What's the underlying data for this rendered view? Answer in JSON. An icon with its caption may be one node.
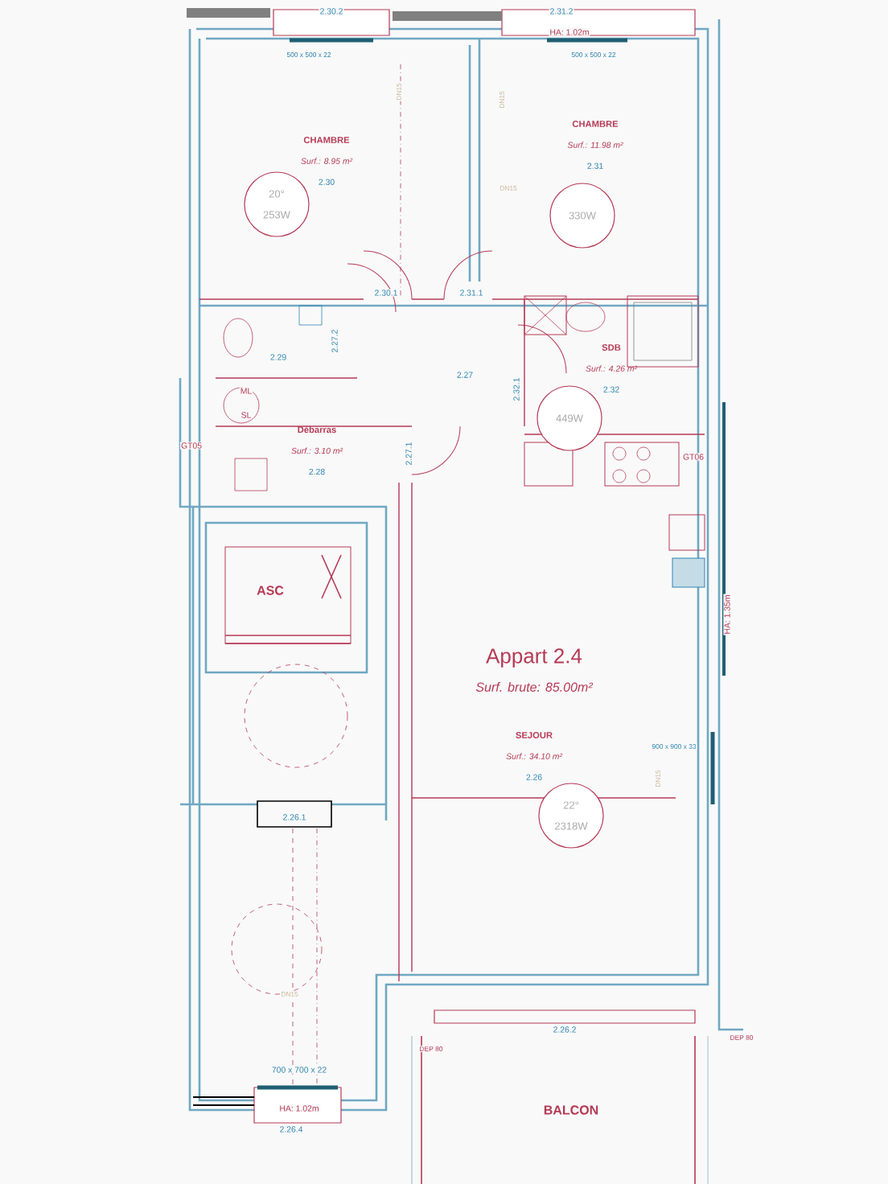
{
  "diagram": {
    "nodes": [
      {
        "text": [
          "CHAMBRE",
          "Surf.: 8.95 m²",
          "2.30"
        ]
      },
      {
        "text": [
          "20°",
          "253W"
        ]
      },
      {
        "text": [
          "CHAMBRE",
          "Surf.: 11.98 m²",
          "2.31"
        ]
      },
      {
        "text": [
          "330W"
        ]
      },
      {
        "text": [
          "SDB",
          "Surf.: 4.26 m²",
          "2.32"
        ]
      },
      {
        "text": [
          "449W"
        ]
      },
      {
        "text": [
          "Débarras",
          "Surf.: 3.10 m²",
          "2.28"
        ]
      },
      {
        "text": [
          "ASC"
        ]
      },
      {
        "text": [
          "SEJOUR",
          "Surf.: 34.10 m²",
          "2.26"
        ]
      },
      {
        "text": [
          "22°",
          "2318W"
        ]
      },
      {
        "text": [
          "BALCON"
        ]
      }
    ],
    "edges": [],
    "labels": [
      "2.30.2",
      "2.31.2",
      "HA: 1.02m",
      "500 x 500 x 22",
      "500 x 500 x 22",
      "DN15",
      "DN15",
      "DN15",
      "2.30.1",
      "2.31.1",
      "2.27.2",
      "2.29",
      "2.27",
      "2.32.1",
      "ML",
      "SL",
      "GT05",
      "2.27.1",
      "GT06",
      "HA: 1.35m",
      "Appart 2.4",
      "Surf. brute: 85.00m²",
      "900 x 900 x 33",
      "DN15",
      "2.26.1",
      "DN15",
      "700 x 700 x 22",
      "HA: 1.02m",
      "2.26.4",
      "2.26.2",
      "DEP 80",
      "DEP 80"
    ]
  }
}
